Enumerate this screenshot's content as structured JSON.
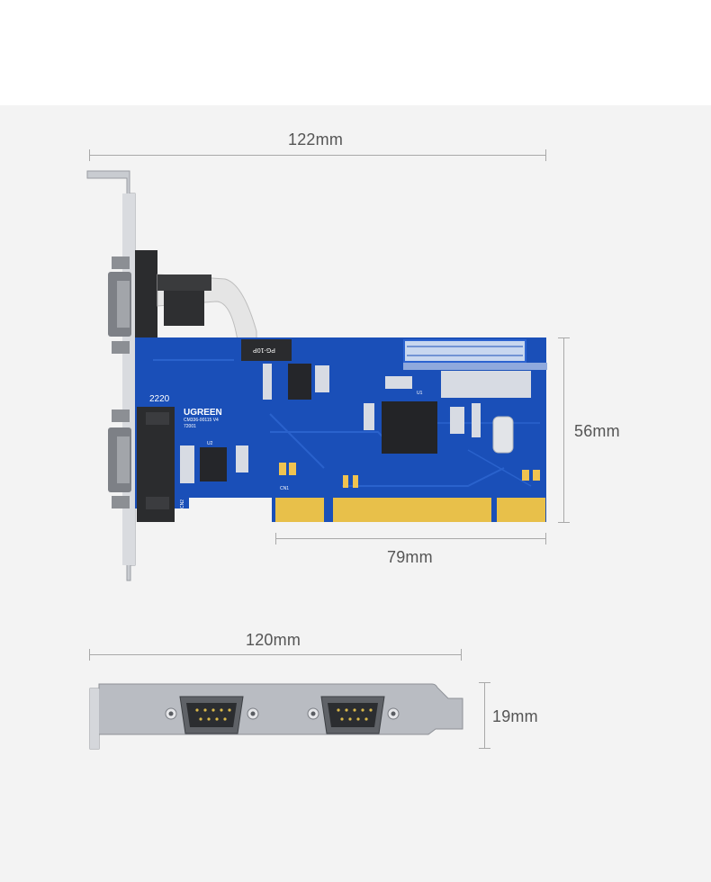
{
  "dimensions": {
    "card_length": "122mm",
    "card_height": "56mm",
    "pcb_finger_length": "79mm",
    "bracket_length": "120mm",
    "bracket_height": "19mm"
  },
  "pcb": {
    "brand": "UGREEN",
    "model_code": "2220",
    "board_id": "CM336-00115 V4",
    "serial": "72001",
    "header_label": "PG-10P",
    "chip_u1": "U1",
    "chip_u2": "U2",
    "cn1": "CN1",
    "cn2": "CN2"
  },
  "colors": {
    "pcb_blue": "#1a4fb8",
    "gold_fingers": "#e8c04a",
    "bracket_silver": "#b9bcc2",
    "background": "#f3f3f3"
  }
}
